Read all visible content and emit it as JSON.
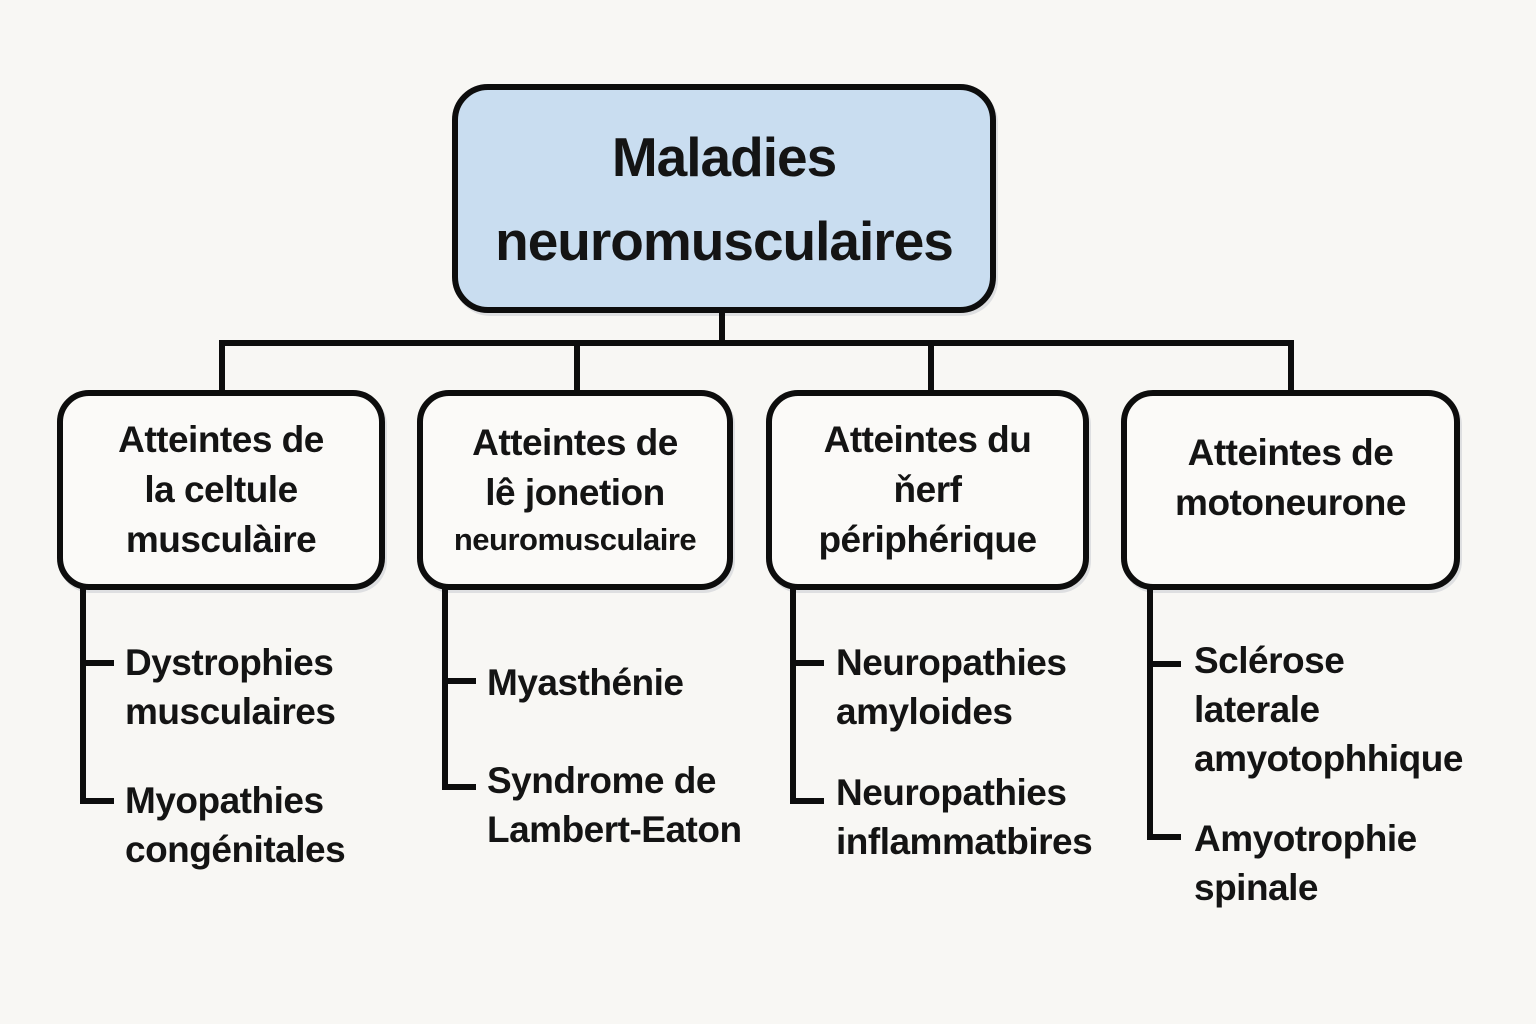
{
  "diagram": {
    "type": "tree",
    "language": "fr",
    "root": {
      "label": "Maladies neuromusculaires",
      "lines": [
        "Maladies",
        "neuromusculaires"
      ]
    },
    "branches": [
      {
        "label": "Atteintes de la celtule musculàire",
        "title_lines": [
          "Atteintes de",
          "la celtule",
          "musculàire"
        ],
        "items": [
          {
            "label": "Dystrophies musculaires",
            "lines": [
              "Dystrophies",
              "musculaires"
            ]
          },
          {
            "label": "Myopathies congénitales",
            "lines": [
              "Myopathies",
              "congénitales"
            ]
          }
        ]
      },
      {
        "label": "Atteintes de lê jonetion neuromusculaire",
        "title_lines": [
          "Atteintes de",
          "lê jonetion",
          "neuromusculaire"
        ],
        "items": [
          {
            "label": "Myasthénie",
            "lines": [
              "Myasthénie"
            ]
          },
          {
            "label": "Syndrome de Lambert-Eaton",
            "lines": [
              "Syndrome de",
              "Lambert-Eaton"
            ]
          }
        ]
      },
      {
        "label": "Atteintes du ňerf périphérique",
        "title_lines": [
          "Atteintes du",
          "ňerf",
          "périphérique"
        ],
        "items": [
          {
            "label": "Neuropathies amyloides",
            "lines": [
              "Neuropathies",
              "amyloides"
            ]
          },
          {
            "label": "Neuropathies inflammatbires",
            "lines": [
              "Neuropathies",
              "inflammatbires"
            ]
          }
        ]
      },
      {
        "label": "Atteintes de motoneurone",
        "title_lines": [
          "Atteintes de",
          "motoneurone"
        ],
        "items": [
          {
            "label": "Sclérose laterale amyotophhique",
            "lines": [
              "Sclérose",
              "laterale",
              "amyotophhique"
            ]
          },
          {
            "label": "Amyotrophie spinale",
            "lines": [
              "Amyotrophie",
              "spinale"
            ]
          }
        ]
      }
    ],
    "colors": {
      "root_fill": "#c9ddf0",
      "branch_fill": "#fbfaf8",
      "line": "#0d0d0d",
      "background": "#f8f7f4",
      "text": "#141414"
    }
  }
}
